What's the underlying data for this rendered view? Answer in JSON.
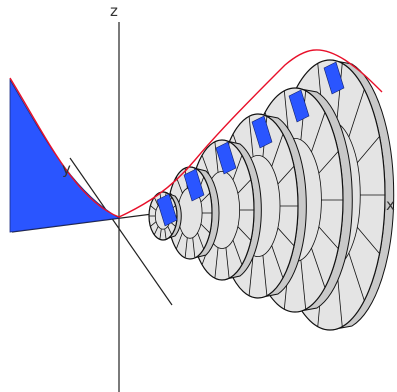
{
  "axes": {
    "x_label": "x",
    "y_label": "y",
    "z_label": "z"
  },
  "colors": {
    "shell_fill": "#e4e4e4",
    "shell_shadow": "#c9c9c9",
    "mesh": "#111111",
    "region_fill": "#2a55ff",
    "curve": "#e8102a",
    "axis": "#222222"
  },
  "figure": {
    "shell_count": 6
  }
}
